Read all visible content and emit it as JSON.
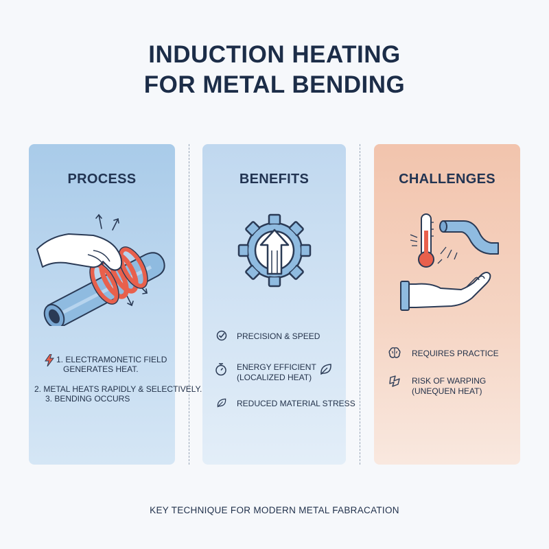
{
  "title": {
    "line1": "INDUCTION HEATING",
    "line2": "FOR METAL BENDING"
  },
  "columns": [
    {
      "heading": "PROCESS",
      "illustration": "hand-bending-pipe-with-induction-coil",
      "steps": [
        "1. ELECTRAMONETIC FIELD",
        "GENERATES HEAT.",
        "2. METAL HEATS RAPIDLY & SELECTIVELY.",
        "3. BENDING OCCURS"
      ],
      "icons": [
        "lightning-bolt-icon"
      ]
    },
    {
      "heading": "BENEFITS",
      "illustration": "gear-with-up-arrow",
      "items": [
        {
          "icon": "check-circle-icon",
          "text": "PRECISION & SPEED"
        },
        {
          "icon": "stopwatch-icon",
          "text": "ENERGY EFFICIENT",
          "text2": "(LOCALIZED HEAT)",
          "extra_icon": "leaf-icon"
        },
        {
          "icon": "leaf-icon",
          "text": "REDUCED MATERIAL STRESS"
        }
      ]
    },
    {
      "heading": "CHALLENGES",
      "illustration": "thermometer-bent-pipe-open-hand",
      "items": [
        {
          "icon": "brain-icon",
          "text": "REQUIRES PRACTICE"
        },
        {
          "icon": "warped-shape-icon",
          "text": "RISK OF WARPING",
          "text2": "(UNEQUEN HEAT)"
        }
      ]
    }
  ],
  "footer": "KEY TECHNIQUE FOR MODERN METAL FABRACATION",
  "colors": {
    "navy": "#1c2d48",
    "panel_blue": "#a9cbe9",
    "panel_light_blue": "#c0d8ef",
    "panel_peach": "#f2c4ad",
    "coil_red": "#e8604c",
    "pipe_blue": "#8fbbe0"
  }
}
